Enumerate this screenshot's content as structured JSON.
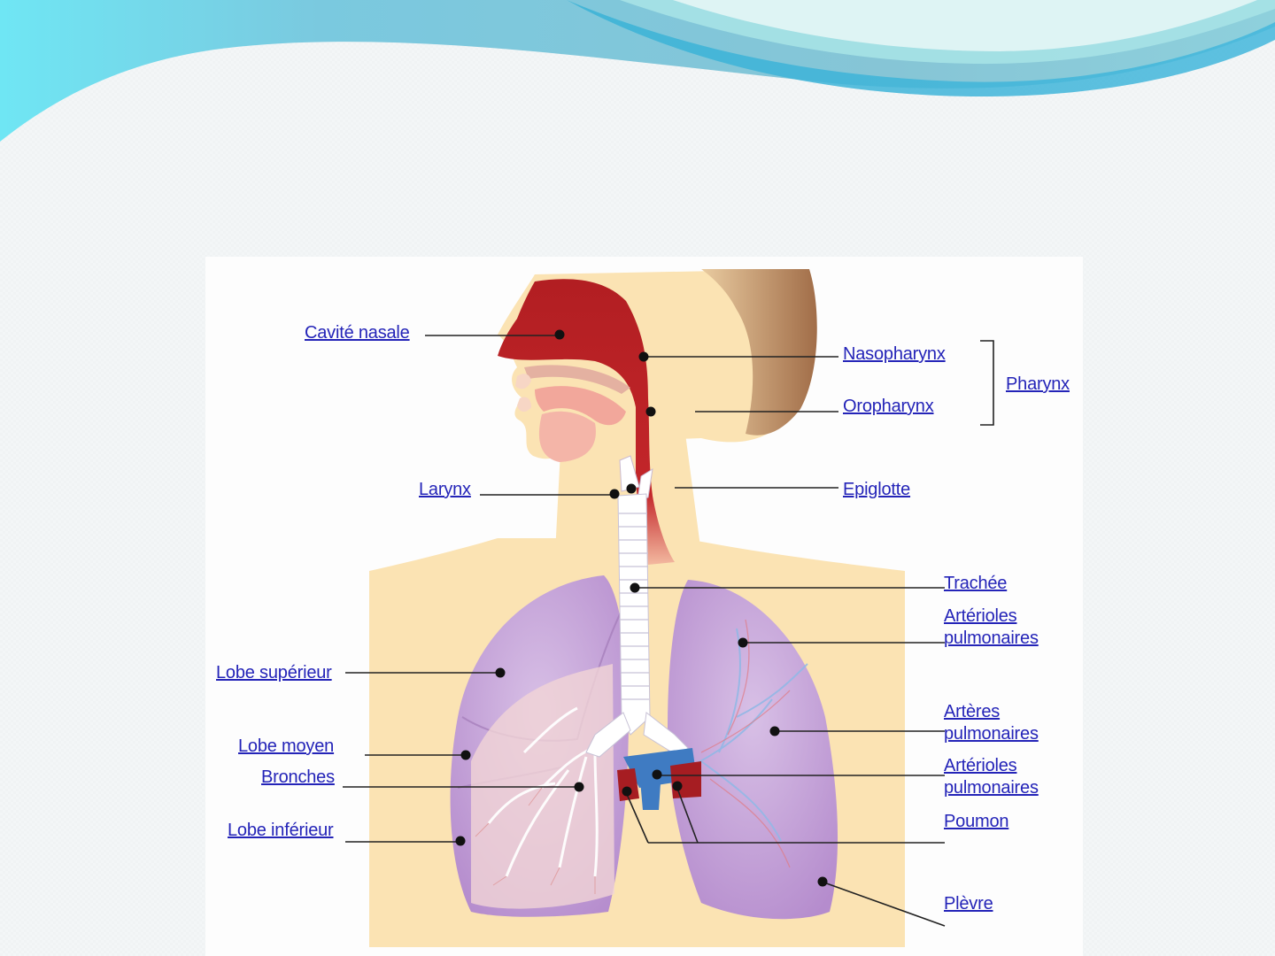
{
  "colors": {
    "link": "#2424b8",
    "skin": "#fbe3b3",
    "airway": "#b52025",
    "lung": "#c9a5d8",
    "header_accent": "#5cc4dc"
  },
  "labels": {
    "cavite_nasale": "Cavité nasale",
    "nasopharynx": "Nasopharynx",
    "oropharynx": "Oropharynx",
    "pharynx": "Pharynx",
    "larynx": "Larynx",
    "epiglotte": "Epiglotte",
    "trachee": "Trachée",
    "arterioles_1_line1": "Artérioles",
    "arterioles_1_line2": "pulmonaires",
    "lobe_superieur": "Lobe supérieur",
    "arteres_line1": "Artères",
    "arteres_line2": "pulmonaires",
    "lobe_moyen": "Lobe moyen",
    "arterioles_2_line1": "Artérioles",
    "arterioles_2_line2": "pulmonaires",
    "bronches": "Bronches",
    "lobe_inferieur": "Lobe inférieur",
    "poumon": "Poumon",
    "plevre": "Plèvre"
  }
}
